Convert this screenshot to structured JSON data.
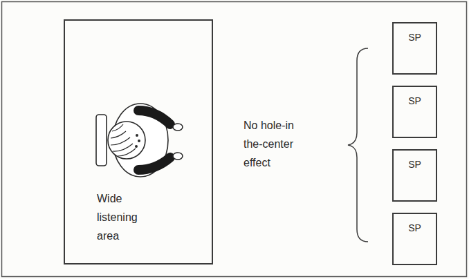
{
  "diagram": {
    "nodes": [
      {
        "text": [
          "Wide listening area"
        ]
      },
      {
        "text": [
          "SP"
        ]
      },
      {
        "text": [
          "SP"
        ]
      },
      {
        "text": [
          "SP"
        ]
      },
      {
        "text": [
          "SP"
        ]
      }
    ],
    "labels": [
      "No hole-in the-center effect"
    ]
  }
}
